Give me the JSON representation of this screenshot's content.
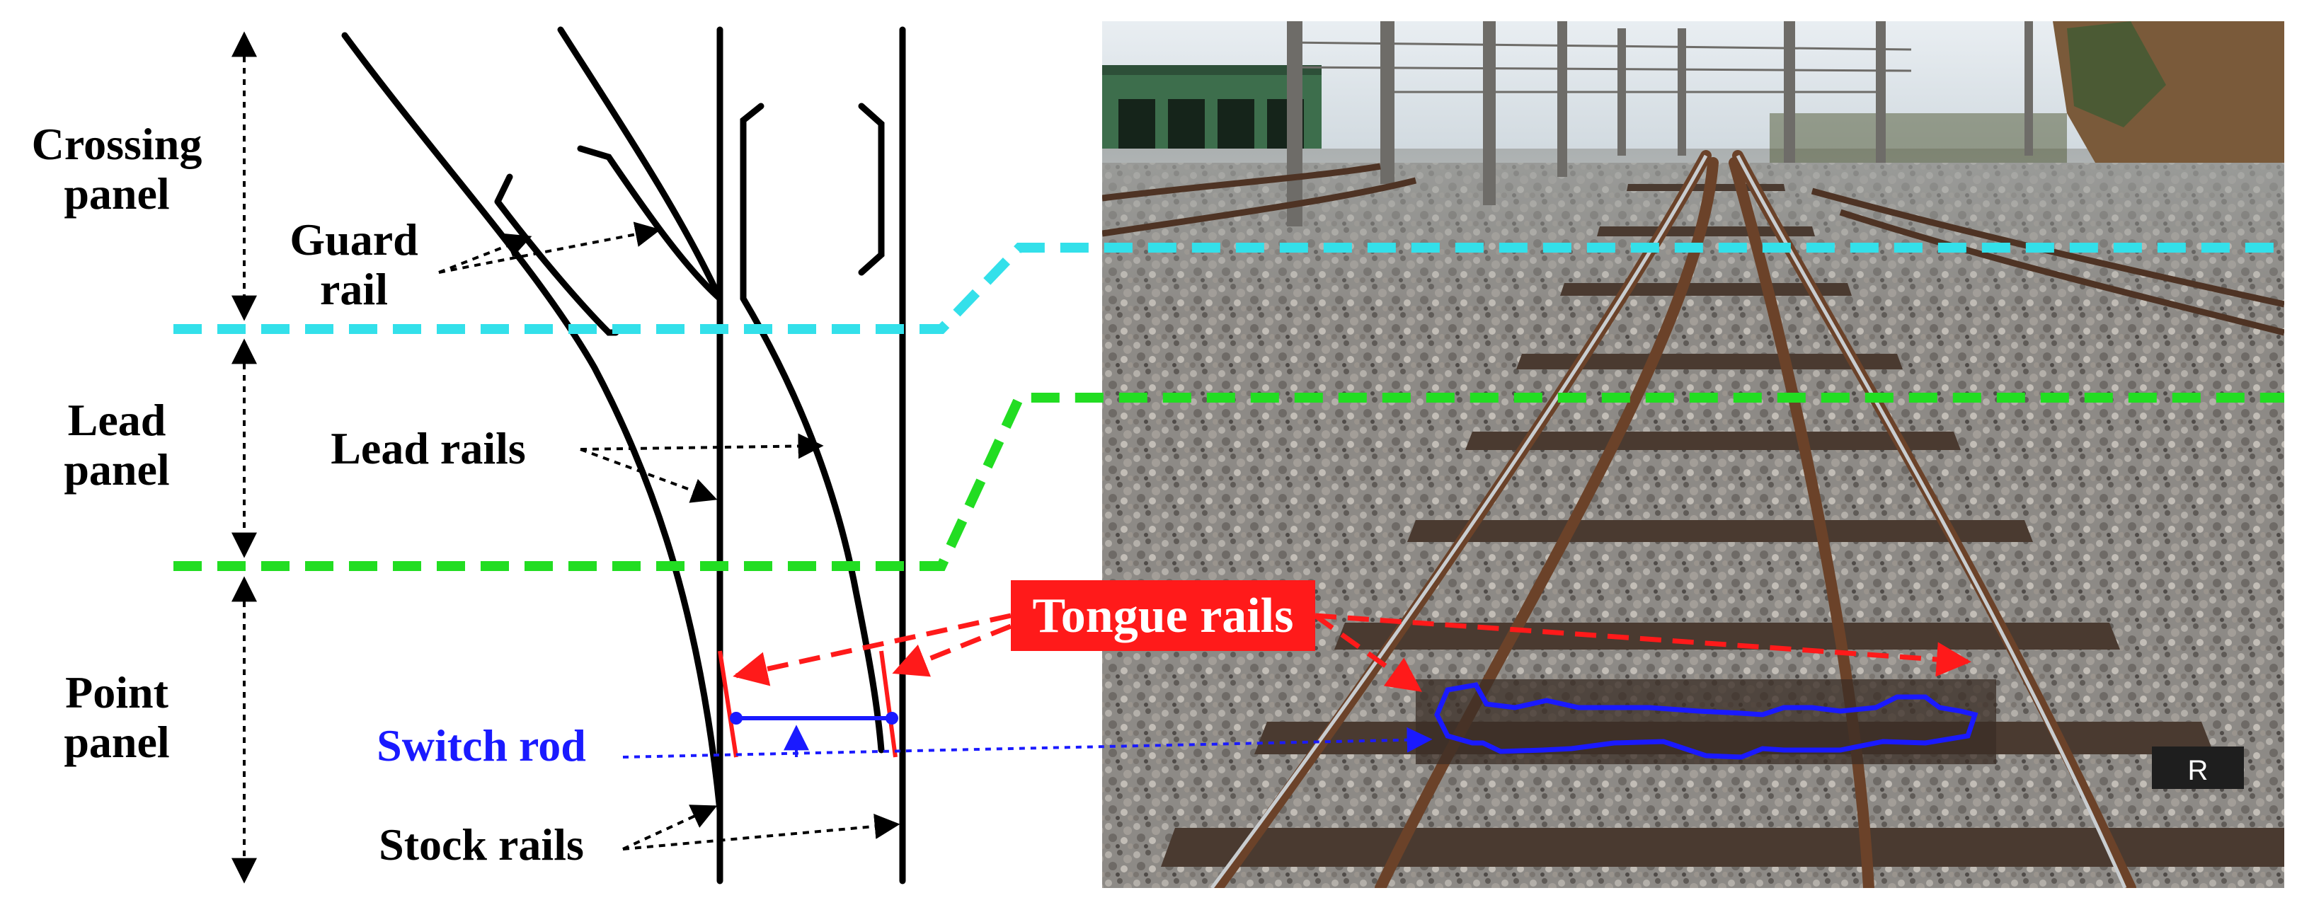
{
  "panels": {
    "crossing": [
      "Crossing",
      "panel"
    ],
    "lead": [
      "Lead",
      "panel"
    ],
    "point": [
      "Point",
      "panel"
    ]
  },
  "labels": {
    "guard_rail": [
      "Guard",
      "rail"
    ],
    "lead_rails": "Lead rails",
    "tongue_rails": "Tongue rails",
    "switch_rod": "Switch rod",
    "stock_rails": "Stock rails",
    "photo_marker": "R"
  },
  "colors": {
    "crossing_line": "#33e0ea",
    "lead_line": "#22dd22",
    "tongue": "#ff1a1a",
    "switch_rod": "#1a1aff",
    "rail": "#000000"
  }
}
